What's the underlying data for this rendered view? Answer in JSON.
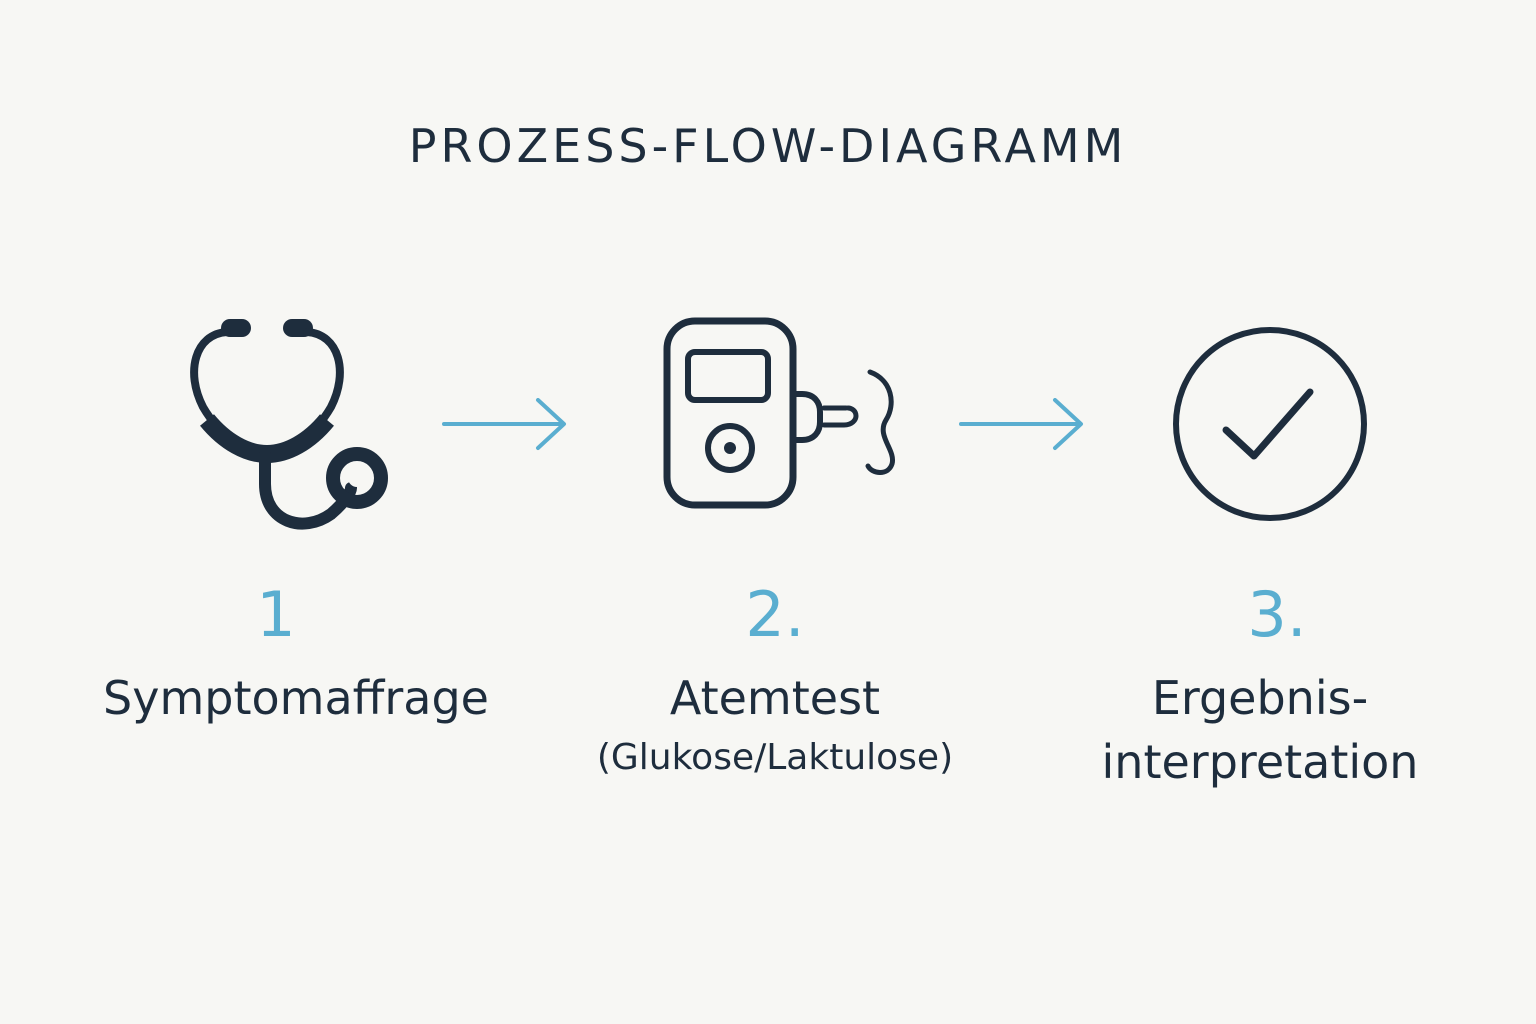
{
  "title": "PROZESS-FLOW-DIAGRAMM",
  "colors": {
    "background": "#f7f7f4",
    "ink": "#1e2d3d",
    "accent": "#5aaed0"
  },
  "steps": [
    {
      "number": "1",
      "label": "Symptomaffrage",
      "sublabel": "",
      "icon": "stethoscope-icon"
    },
    {
      "number": "2.",
      "label": "Atemtest",
      "sublabel": "(Glukose/Laktulose)",
      "icon": "breath-test-device-icon"
    },
    {
      "number": "3.",
      "label": "Ergebnis-",
      "sublabel": "interpretation",
      "icon": "check-circle-icon"
    }
  ]
}
